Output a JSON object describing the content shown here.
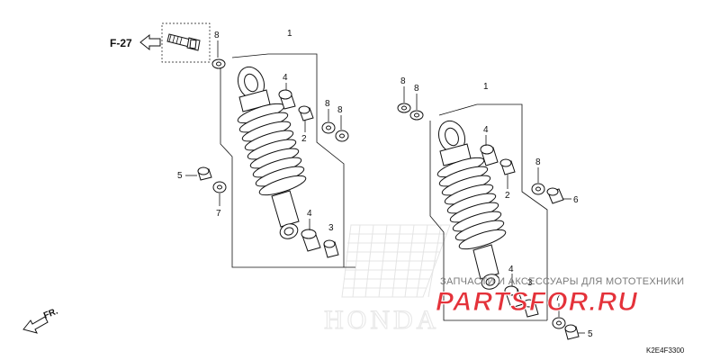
{
  "reference_label": "F-27",
  "front_label": "FR.",
  "diagram_code": "K2E4F3300",
  "watermark": {
    "caption": "ЗАПЧАСТИ И АКСЕССУАРЫ ДЛЯ МОТОТЕХНИКИ",
    "site": "PARTSFOR.RU",
    "brand": "HONDA"
  },
  "callouts": {
    "left_assy": "1",
    "left_bolt_washer": "8",
    "left_bushing_top": "4",
    "left_collar_top": "2",
    "left_washer_a": "8",
    "left_washer_b": "8",
    "left_nut": "5",
    "left_washer_nut": "7",
    "left_bushing_bottom": "4",
    "left_collar_bottom": "3",
    "right_assy": "1",
    "right_washer_a": "8",
    "right_washer_b": "8",
    "right_bushing_top": "4",
    "right_collar_top": "2",
    "right_washer_c": "8",
    "right_cap_nut": "6",
    "right_bushing_bottom": "4",
    "right_collar_bottom": "3",
    "right_washer_nut": "7",
    "right_nut": "5"
  }
}
